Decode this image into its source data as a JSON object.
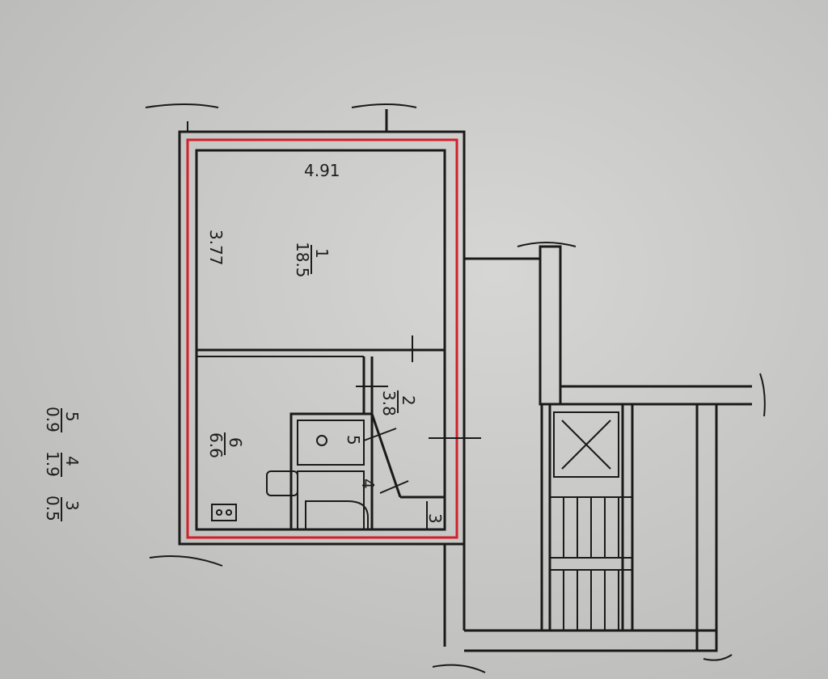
{
  "plan": {
    "dimension_width": "4.91",
    "dimension_length": "3.77",
    "rooms": [
      {
        "number": "1",
        "area": "18.5"
      },
      {
        "number": "2",
        "area": "3.8"
      },
      {
        "number": "6",
        "area": "6.6"
      },
      {
        "number": "5",
        "area": ""
      },
      {
        "number": "4",
        "area": ""
      },
      {
        "number": "3",
        "area": ""
      }
    ],
    "legend": [
      {
        "number": "5",
        "area": "0.9"
      },
      {
        "number": "4",
        "area": "1.9"
      },
      {
        "number": "3",
        "area": "0.5"
      }
    ],
    "colors": {
      "paper": "#c8c8c6",
      "outline": "#d0202a",
      "ink": "#1a1a1a"
    }
  }
}
